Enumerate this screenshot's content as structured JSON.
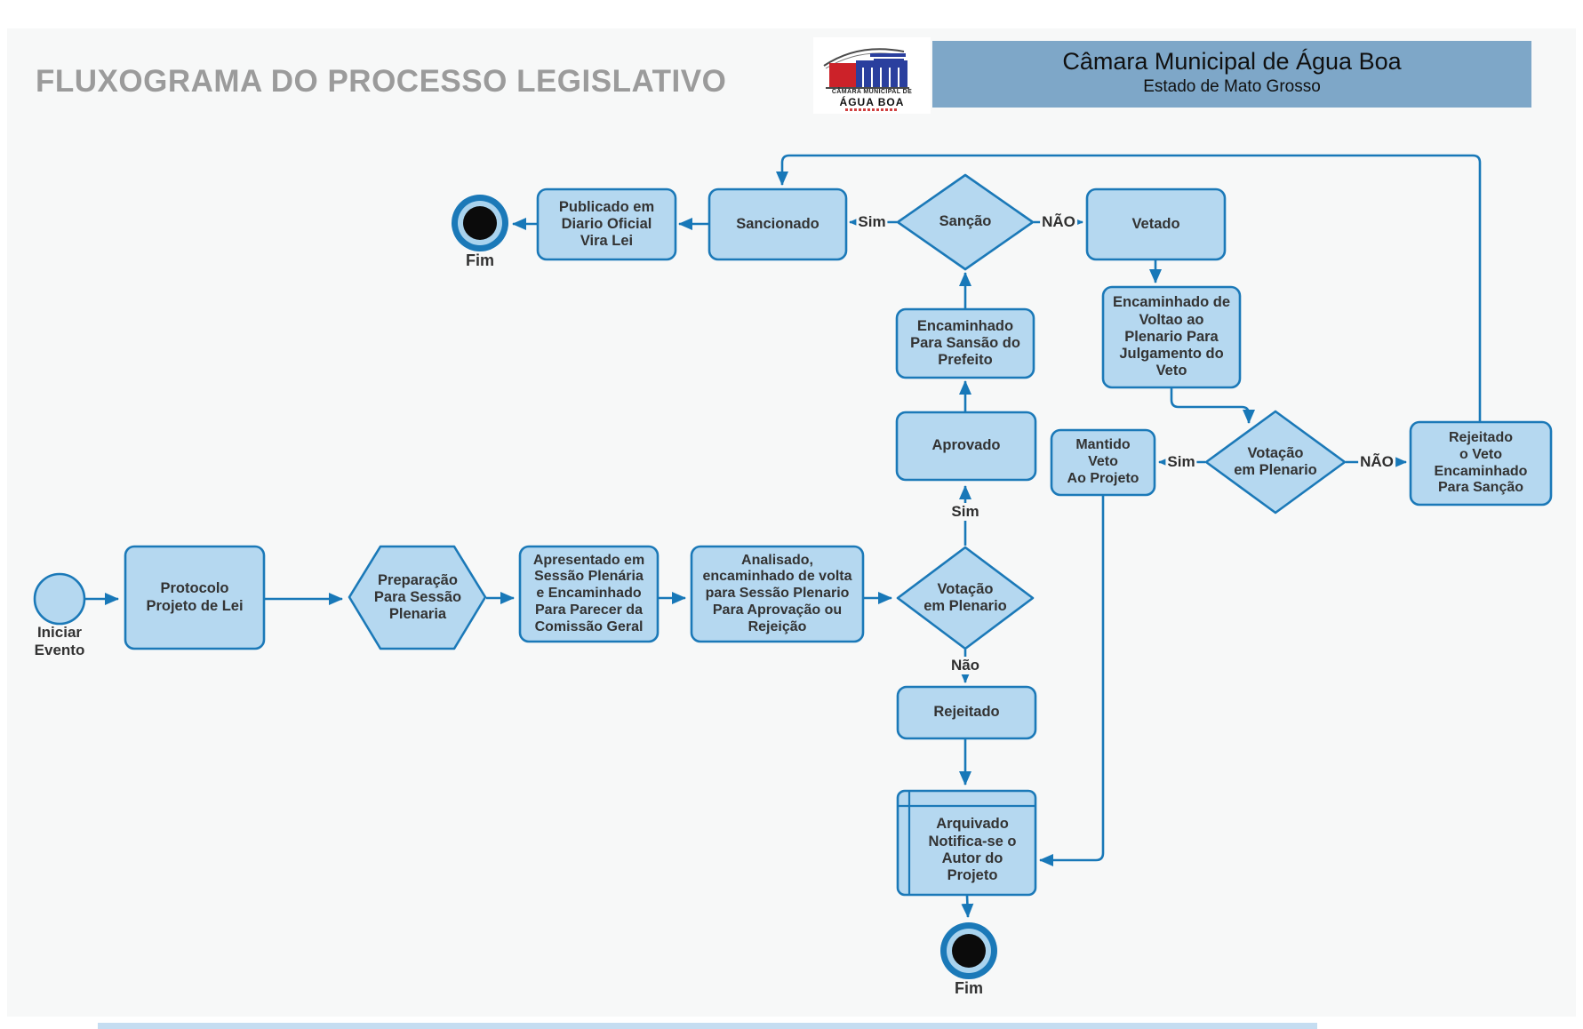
{
  "page": {
    "title": "FLUXOGRAMA DO PROCESSO LEGISLATIVO"
  },
  "header": {
    "org_name": "Câmara Municipal de Água Boa",
    "org_subtitle": "Estado de Mato Grosso"
  },
  "logo": {
    "line1": "CÂMARA MUNICIPAL DE",
    "line2": "ÁGUA BOA"
  },
  "colors": {
    "node_fill": "#b5d8f0",
    "node_border": "#1b79b8",
    "arrow": "#1878b8",
    "header_bg": "#7ea7c8",
    "title_gray": "#9b9b9b",
    "label_text": "#333333",
    "end_ring_outer": "#1b79b8",
    "end_ring_inner": "#a9d3ee",
    "end_core": "#0b0b0b",
    "bottom_strip": "#c5ddf1"
  },
  "nodes": {
    "start": "Iniciar\nEvento",
    "protocolo": "Protocolo\nProjeto de Lei",
    "preparacao": "Preparação\nPara  Sessão\nPlenaria",
    "apresentado": "Apresentado em\nSessão Plenária\ne Encaminhado\nPara Parecer da\nComissão Geral",
    "analisado": "Analisado,\nencaminhado de volta\npara Sessão Plenario\nPara Aprovação ou\nRejeição",
    "votacao_plenario_1": "Votação\nem Plenario",
    "rejeitado": "Rejeitado",
    "arquivado": "Arquivado\nNotifica-se o\nAutor do\nProjeto",
    "fim_bottom": "Fim",
    "aprovado": "Aprovado",
    "encaminhado_prefeito": "Encaminhado\nPara Sansão do\nPrefeito",
    "sancao": "Sanção",
    "sancionado": "Sancionado",
    "publicado": "Publicado em\nDiario Oficial\nVira Lei",
    "fim_top": "Fim",
    "vetado": "Vetado",
    "encaminhado_volta": "Encaminhado de\nVoltao ao\nPlenario Para\nJulgamento do\nVeto",
    "votacao_plenario_2": "Votação\nem Plenario",
    "mantido": "Mantido\nVeto\nAo Projeto",
    "rejeitado_veto": "Rejeitado\no Veto\nEncaminhado\nPara Sanção"
  },
  "edge_labels": {
    "votacao1_sim": "Sim",
    "votacao1_nao": "Não",
    "sancao_sim": "Sim",
    "sancao_nao": "NÃO",
    "votacao2_sim": "Sim",
    "votacao2_nao": "NÃO"
  }
}
